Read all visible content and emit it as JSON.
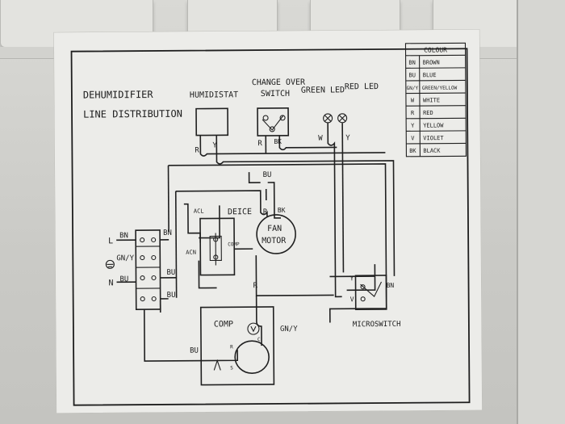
{
  "title": {
    "line1": "DEHUMIDIFIER",
    "line2": "LINE DISTRIBUTION"
  },
  "components": {
    "humidistat": "HUMIDISTAT",
    "change_over_1": "CHANGE OVER",
    "change_over_2": "SWITCH",
    "green_led": "GREEN LED",
    "red_led": "RED LED",
    "deice": "DEICE",
    "fan_1": "FAN",
    "fan_2": "MOTOR",
    "comp": "COMP",
    "microswitch": "MICROSWITCH",
    "acl": "ACL",
    "acn": "ACN",
    "comp_terminal": "COMP",
    "c": "C",
    "r": "R",
    "s": "S"
  },
  "terminals": {
    "L": "L",
    "N": "N",
    "earth": "GN/Y",
    "earth_comp": "GN/Y"
  },
  "wire_labels": {
    "bn": "BN",
    "bu": "BU",
    "r": "R",
    "y": "Y",
    "bk": "BK",
    "w": "W",
    "v": "V"
  },
  "legend": {
    "header": "COLOUR",
    "rows": [
      {
        "code": "BN",
        "name": "BROWN"
      },
      {
        "code": "BU",
        "name": "BLUE"
      },
      {
        "code": "GN/Y",
        "name": "GREEN/YELLOW"
      },
      {
        "code": "W",
        "name": "WHITE"
      },
      {
        "code": "R",
        "name": "RED"
      },
      {
        "code": "Y",
        "name": "YELLOW"
      },
      {
        "code": "V",
        "name": "VIOLET"
      },
      {
        "code": "BK",
        "name": "BLACK"
      }
    ]
  },
  "colors": {
    "sheet": "#ecece9",
    "ink": "#202020"
  }
}
